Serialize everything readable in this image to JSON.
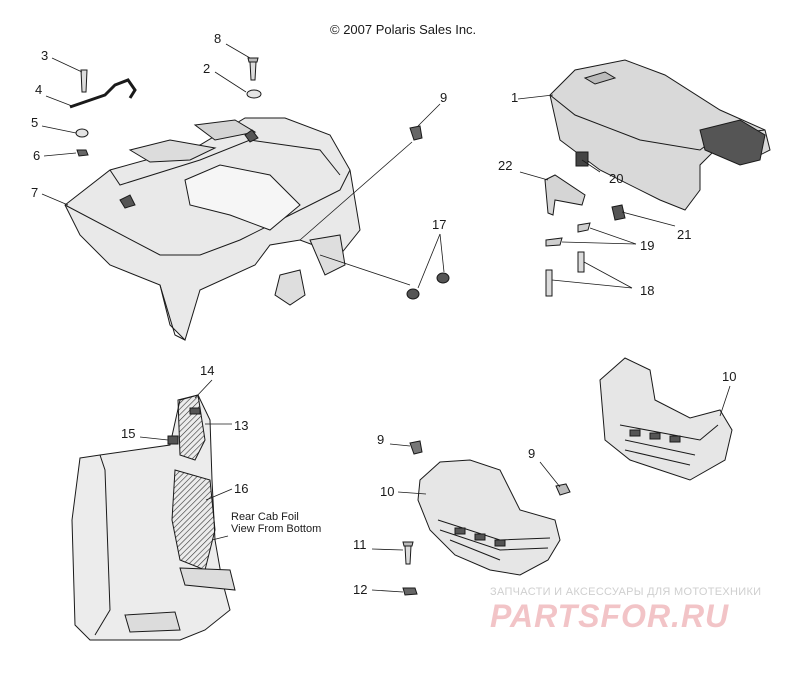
{
  "copyright": "© 2007 Polaris Sales Inc.",
  "note_line1": "Rear Cab Foil",
  "note_line2": "View From Bottom",
  "callouts": {
    "c1": "1",
    "c2": "2",
    "c3": "3",
    "c4": "4",
    "c5": "5",
    "c6": "6",
    "c7": "7",
    "c8": "8",
    "c9a": "9",
    "c9b": "9",
    "c9c": "9",
    "c10a": "10",
    "c10b": "10",
    "c11": "11",
    "c12": "12",
    "c13": "13",
    "c14": "14",
    "c15": "15",
    "c16": "16",
    "c17": "17",
    "c18": "18",
    "c19": "19",
    "c20": "20",
    "c21": "21",
    "c22": "22"
  },
  "watermark": {
    "tagline": "ЗАПЧАСТИ И АКСЕССУАРЫ ДЛЯ МОТОТЕХНИКИ",
    "logo": "PARTSFOR.RU"
  },
  "colors": {
    "line": "#1a1a1a",
    "fill_light": "#ececec",
    "fill_mid": "#cfcfcf",
    "fill_dark": "#555555",
    "watermark": "#f2c4c7"
  }
}
